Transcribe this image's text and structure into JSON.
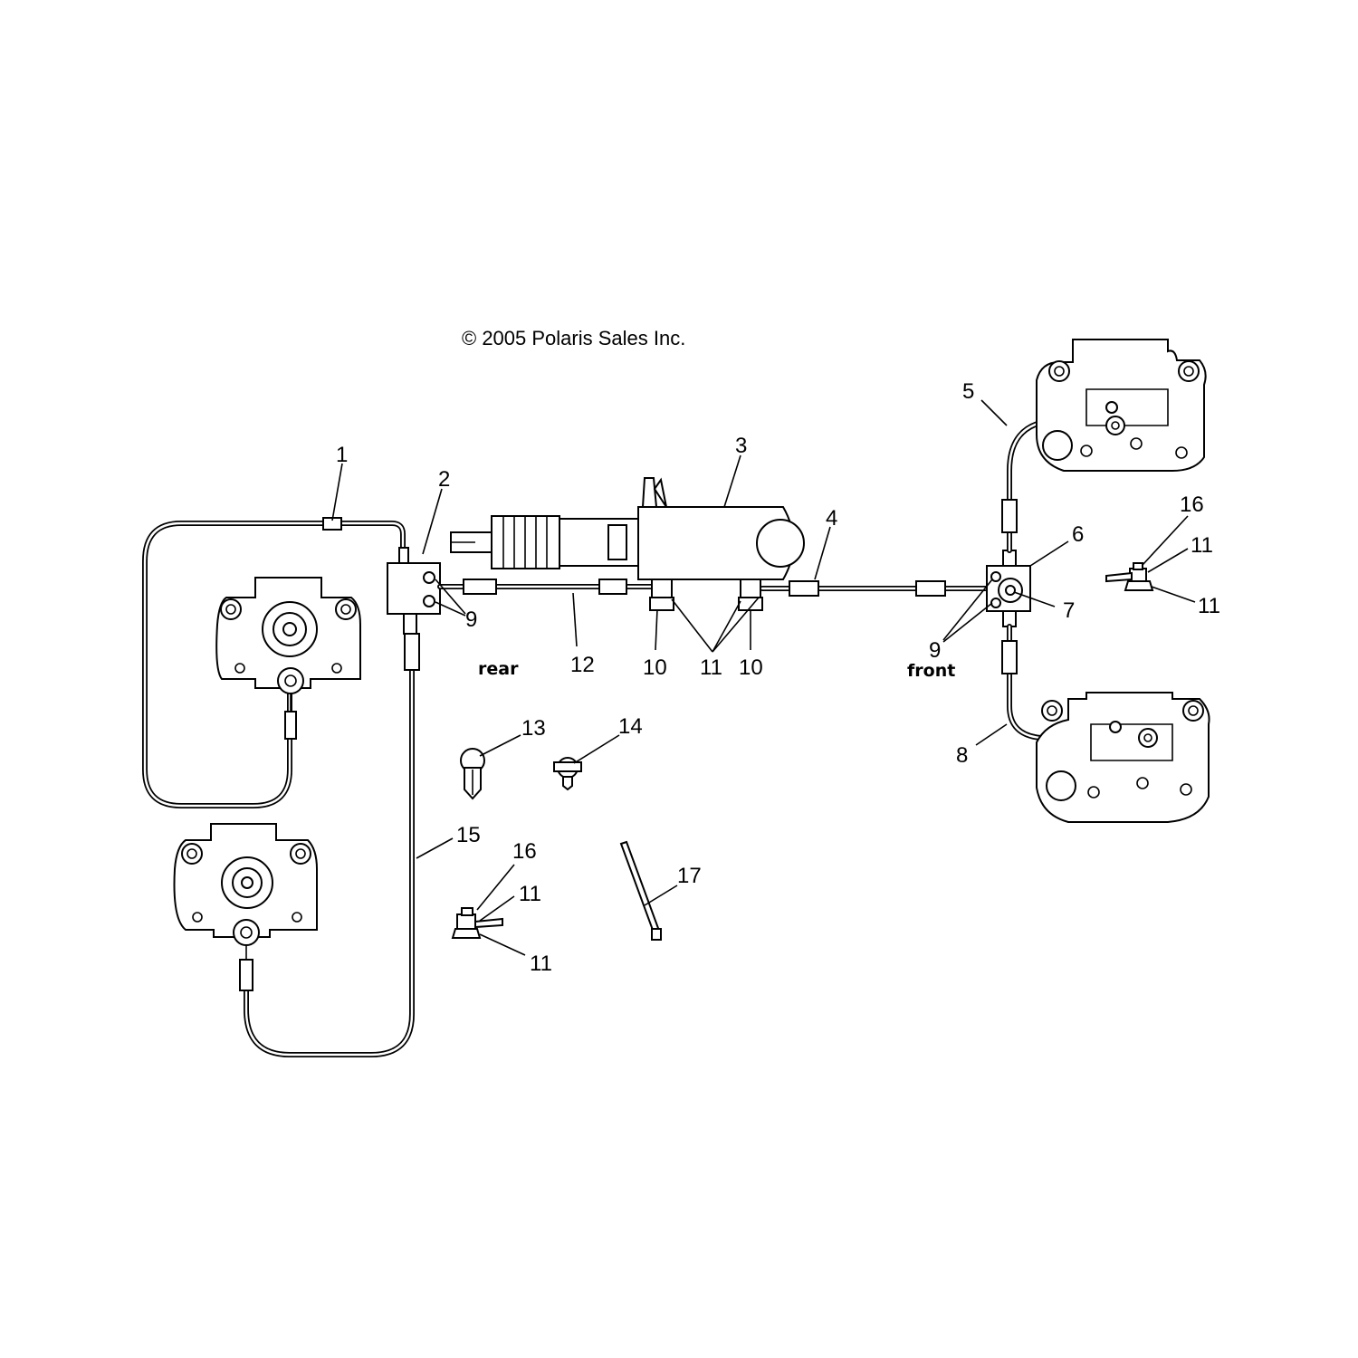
{
  "copyright": "© 2005 Polaris Sales Inc.",
  "zones": {
    "rear": "rear",
    "front": "front"
  },
  "callouts": {
    "c1": "1",
    "c2": "2",
    "c3": "3",
    "c4": "4",
    "c5": "5",
    "c6": "6",
    "c7": "7",
    "c8": "8",
    "c9a": "9",
    "c9b": "9",
    "c10a": "10",
    "c10b": "10",
    "c11a": "11",
    "c11b": "11",
    "c11c": "11",
    "c11d": "11",
    "c11e": "11",
    "c12": "12",
    "c13": "13",
    "c14": "14",
    "c15": "15",
    "c16a": "16",
    "c16b": "16",
    "c17": "17"
  }
}
